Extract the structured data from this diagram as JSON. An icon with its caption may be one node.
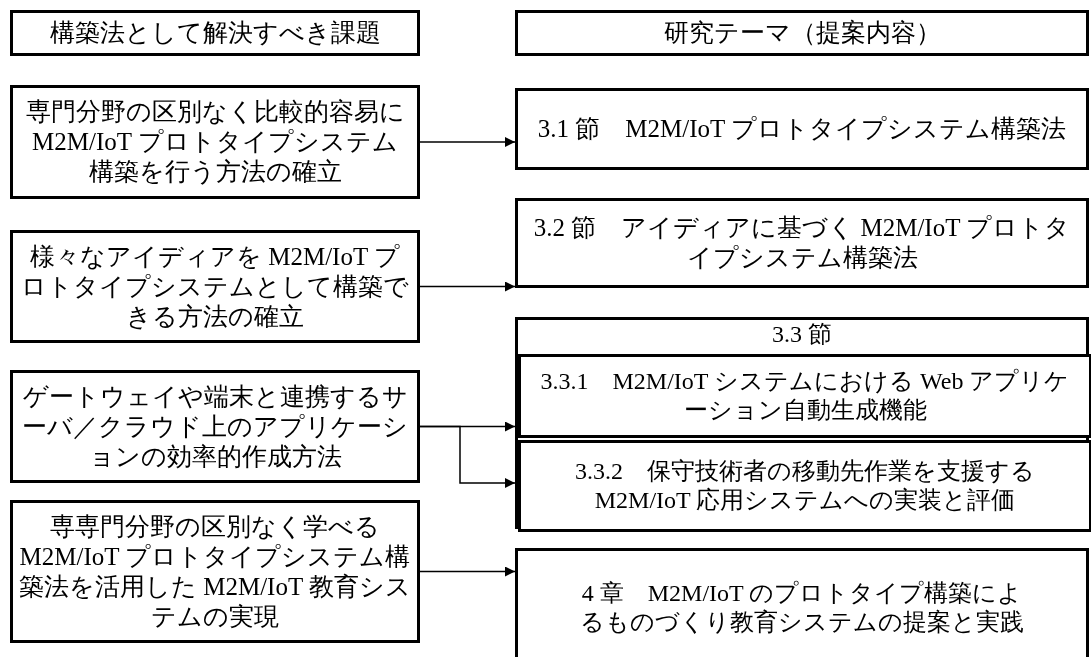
{
  "diagram": {
    "nodes": [
      {
        "text": [
          "構築法として解決すべき課題"
        ]
      },
      {
        "text": [
          "研究テーマ（提案内容）"
        ]
      },
      {
        "text": [
          "専門分野の区別なく比較的容易に M2M/IoT プロトタイプシステム構築を行う方法の確立"
        ]
      },
      {
        "text": [
          "3.1 節　M2M/IoT プロトタイプシステム構築法"
        ]
      },
      {
        "text": [
          "様々なアイディアを M2M/IoT プロトタイプシステムとして構築できる方法の確立"
        ]
      },
      {
        "text": [
          "3.2 節　アイディアに基づく M2M/IoT プロトタイプシステム構築法"
        ]
      },
      {
        "text": [
          "3.3 節"
        ]
      },
      {
        "text": [
          "3.3.1　M2M/IoT システムにおける Web アプリケーション自動生成機能"
        ],
        "in": 6
      },
      {
        "text": [
          "3.3.2　保守技術者の移動先作業を支援する M2M/IoT 応用システムへの実装と評価"
        ],
        "in": 6
      },
      {
        "text": [
          "ゲートウェイや端末と連携するサーバ／クラウド上のアプリケーションの効率的作成方法"
        ]
      },
      {
        "text": [
          "専専門分野の区別なく学べる M2M/IoT プロトタイプシステム構築法を活用した M2M/IoT 教育システムの実現"
        ]
      },
      {
        "text": [
          "4 章　M2M/IoT のプロトタイプ構築によるものづくり教育システムの提案と実践"
        ]
      }
    ],
    "edges": [
      {
        "from": 2,
        "to": 3,
        "arrow": "to"
      },
      {
        "from": 4,
        "to": 5,
        "arrow": "to"
      },
      {
        "from": 9,
        "to": 7,
        "arrow": "to"
      },
      {
        "from": 9,
        "to": 8,
        "arrow": "to"
      },
      {
        "from": 10,
        "to": 11,
        "arrow": "to"
      }
    ]
  }
}
